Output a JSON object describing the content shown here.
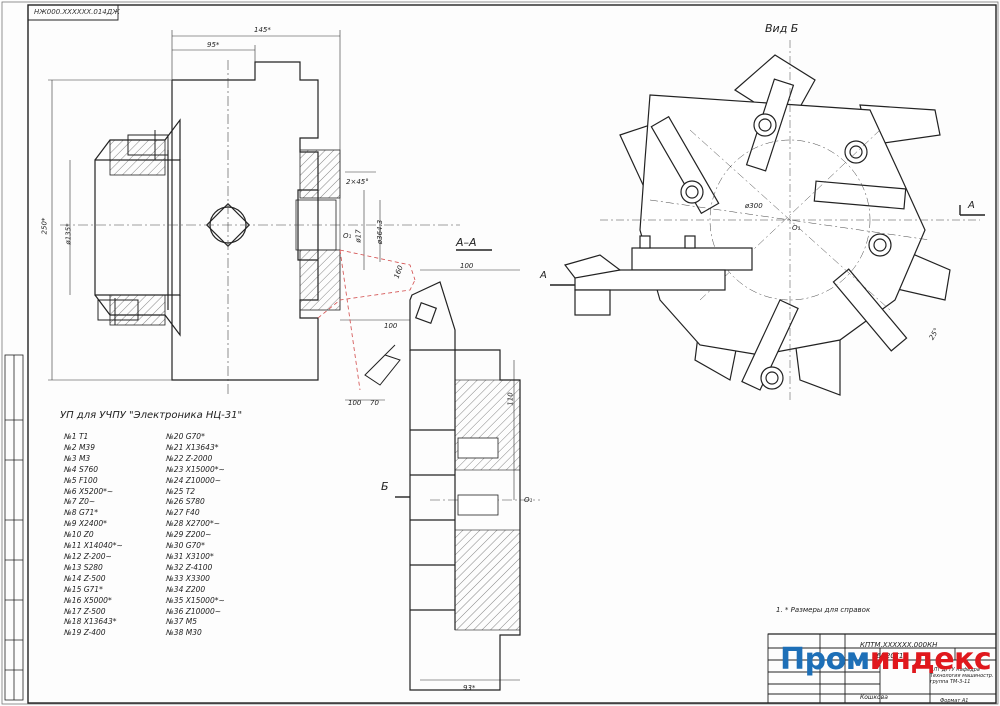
{
  "drawing": {
    "stamp": "НЖ000.ХХХХХХ.014ДЖ",
    "section_label": "А–А",
    "view_label": "Вид Б",
    "marker_b": "Б",
    "marker_a": "А",
    "dimensions": [
      "145*",
      "95*",
      "250*",
      "ø135*",
      "2×45°",
      "ø17",
      "ø364.3",
      "160",
      "100",
      "100",
      "100",
      "70",
      "110",
      "93*",
      "ø300",
      "25°",
      "O₁",
      "O₁",
      "O₁"
    ]
  },
  "program": {
    "title": "УП для УЧПУ \"Электроника НЦ-31\"",
    "col1": [
      "№1 Т1",
      "№2 М39",
      "№3 М3",
      "№4 S760",
      "№5 F100",
      "№6 X5200*~",
      "№7 Z0~",
      "№8 G71*",
      "№9 X2400*",
      "№10 Z0",
      "№11 X14040*~",
      "№12 Z-200~",
      "№13 S280",
      "№14 Z-500",
      "№15 G71*",
      "№16 X5000*",
      "№17 Z-500",
      "№18 X13643*",
      "№19 Z-400"
    ],
    "col2": [
      "№20 G70*",
      "№21 X13643*",
      "№22 Z-2000",
      "№23 X15000*~",
      "№24 Z10000~",
      "№25 Т2",
      "№26 S780",
      "№27 F40",
      "№28 X2700*~",
      "№29 Z200~",
      "№30 G70*",
      "№31 X3100*",
      "№32 Z-4100",
      "№33 X3300",
      "№34 Z200",
      "№35 X15000*~",
      "№36 Z10000~",
      "№37 М5",
      "№38 М30"
    ]
  },
  "note": "1. * Размеры для справок",
  "title_block": {
    "code": "КПТМ.ХХХХХХ.000КН",
    "name": "16К20Т1",
    "material": "Кошкова",
    "org": "АЛТ ДГТУ Кафедра Технология машиностр. группа ТМ-3-11",
    "format": "Формат А1"
  },
  "watermark": {
    "part1": "Пром",
    "part2": "индекс",
    "color1": "#1d6fb7",
    "color2": "#e0181d"
  },
  "colors": {
    "line": "#222222",
    "dash_red": "#d24a4a"
  }
}
